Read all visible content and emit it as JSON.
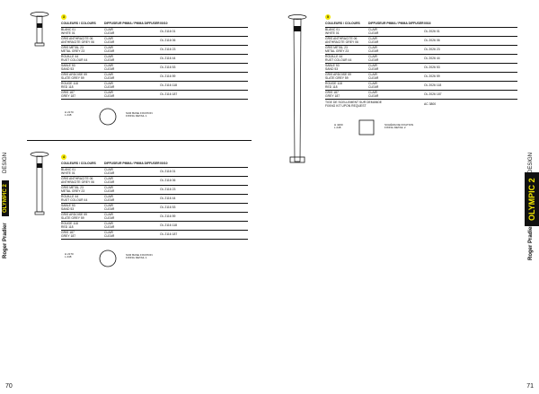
{
  "headers": {
    "colours": "COULEURS / COLOURS",
    "diffuser": "DIFFUSEUR PMMA / PMMA DIFFUSER",
    "code_left": "00/10",
    "code_right": "0016"
  },
  "tables": [
    {
      "badge": "3",
      "rows": [
        {
          "fr": "BLANC 01",
          "en": "WHITE 01",
          "d1": "CLAIR",
          "d2": "CLEAR",
          "code": "OL 2116 01"
        },
        {
          "fr": "GRIS ANTHRACITE 06",
          "en": "ANTHRACITE GREY 06",
          "d1": "CLAIR",
          "d2": "CLEAR",
          "code": "OL 2116 06"
        },
        {
          "fr": "GRIS MÉTAL 23",
          "en": "METAL GREY 23",
          "d1": "CLAIR",
          "d2": "CLEAR",
          "code": "OL 2116 23"
        },
        {
          "fr": "ROUILLE 44",
          "en": "RUST COLOUR 44",
          "d1": "CLAIR",
          "d2": "CLEAR",
          "code": "OL 2116 44"
        },
        {
          "fr": "SABLE 53",
          "en": "SAND 53",
          "d1": "CLAIR",
          "d2": "CLEAR",
          "code": "OL 2116 53"
        },
        {
          "fr": "GRIS ARDOISE 59",
          "en": "SLATE GREY 59",
          "d1": "CLAIR",
          "d2": "CLEAR",
          "code": "OL 2116 59"
        },
        {
          "fr": "ROUGE 118",
          "en": "RED 118",
          "d1": "CLAIR",
          "d2": "CLEAR",
          "code": "OL 2116 118"
        },
        {
          "fr": "GRIS 187",
          "en": "GREY 187",
          "d1": "CLAIR",
          "d2": "CLEAR",
          "code": "OL 2116 187"
        }
      ]
    },
    {
      "badge": "4",
      "rows": [
        {
          "fr": "BLANC 01",
          "en": "WHITE 01",
          "d1": "CLAIR",
          "d2": "CLEAR",
          "code": "OL 2116 01"
        },
        {
          "fr": "GRIS ANTHRACITE 06",
          "en": "ANTHRACITE GREY 06",
          "d1": "CLAIR",
          "d2": "CLEAR",
          "code": "OL 2116 06"
        },
        {
          "fr": "GRIS MÉTAL 23",
          "en": "METAL GREY 23",
          "d1": "CLAIR",
          "d2": "CLEAR",
          "code": "OL 2116 23"
        },
        {
          "fr": "ROUILLE 44",
          "en": "RUST COLOUR 44",
          "d1": "CLAIR",
          "d2": "CLEAR",
          "code": "OL 2116 44"
        },
        {
          "fr": "SABLE 53",
          "en": "SAND 53",
          "d1": "CLAIR",
          "d2": "CLEAR",
          "code": "OL 2116 53"
        },
        {
          "fr": "GRIS ARDOISE 59",
          "en": "SLATE GREY 59",
          "d1": "CLAIR",
          "d2": "CLEAR",
          "code": "OL 2116 59"
        },
        {
          "fr": "ROUGE 118",
          "en": "RED 118",
          "d1": "CLAIR",
          "d2": "CLEAR",
          "code": "OL 2116 118"
        },
        {
          "fr": "GRIS 187",
          "en": "GREY 187",
          "d1": "CLAIR",
          "d2": "CLEAR",
          "code": "OL 2116 187"
        }
      ]
    },
    {
      "badge": "5",
      "rows": [
        {
          "fr": "BLANC 01",
          "en": "WHITE 01",
          "d1": "CLAIR",
          "d2": "CLEAR",
          "code": "OL 2026 01"
        },
        {
          "fr": "GRIS ANTHRACITE 06",
          "en": "ANTHRACITE GREY 06",
          "d1": "CLAIR",
          "d2": "CLEAR",
          "code": "OL 2026 06"
        },
        {
          "fr": "GRIS MÉTAL 23",
          "en": "METAL GREY 23",
          "d1": "CLAIR",
          "d2": "CLEAR",
          "code": "OL 2026 23"
        },
        {
          "fr": "ROUILLE 44",
          "en": "RUST COLOUR 44",
          "d1": "CLAIR",
          "d2": "CLEAR",
          "code": "OL 2026 44"
        },
        {
          "fr": "SABLE 53",
          "en": "SAND 53",
          "d1": "CLAIR",
          "d2": "CLEAR",
          "code": "OL 2026 53"
        },
        {
          "fr": "GRIS ARDOISE 59",
          "en": "SLATE GREY 59",
          "d1": "CLAIR",
          "d2": "CLEAR",
          "code": "OL 2026 59"
        },
        {
          "fr": "ROUGE 118",
          "en": "RED 118",
          "d1": "CLAIR",
          "d2": "CLEAR",
          "code": "OL 2026 118"
        },
        {
          "fr": "GRIS 187",
          "en": "GREY 187",
          "d1": "CLAIR",
          "d2": "CLEAR",
          "code": "OL 2026 187"
        }
      ],
      "extra": {
        "fr": "TIGE DE SCELLEMENT SUR DEMANDE",
        "en": "FIXING KIT UPON REQUEST",
        "code": "AC 3800"
      }
    }
  ],
  "dims": {
    "h": "H 2170",
    "l": "L 248",
    "fixing_fr": "SUR BASE FIXATION",
    "fixing_en": "FIXING DETAIL 1"
  },
  "dims_right": {
    "h": "H 4200",
    "l": "L 248",
    "fixing_fr": "SCHÉMA DE FIXATION",
    "fixing_en": "FIXING DETAIL 2"
  },
  "side": {
    "design": "DESIGN",
    "product": "OLYMPIC 2",
    "designer": "Roger Pradier"
  },
  "pages": {
    "left": "70",
    "right": "71"
  },
  "colors": {
    "accent": "#f2e600",
    "tab": "#111111"
  }
}
